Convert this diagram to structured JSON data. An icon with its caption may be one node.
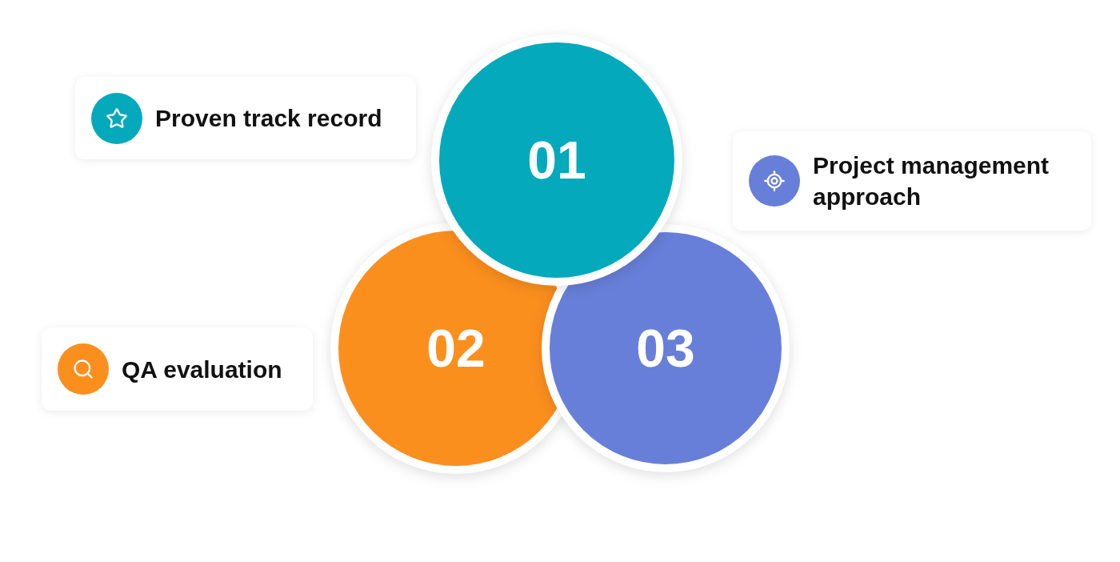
{
  "diagram": {
    "nodes": [
      {
        "text": [
          "Proven track record"
        ]
      },
      {
        "text": [
          "01"
        ]
      },
      {
        "text": [
          "Project management approach"
        ]
      },
      {
        "text": [
          "QA evaluation"
        ]
      },
      {
        "text": [
          "02"
        ]
      },
      {
        "text": [
          "03"
        ]
      }
    ]
  }
}
